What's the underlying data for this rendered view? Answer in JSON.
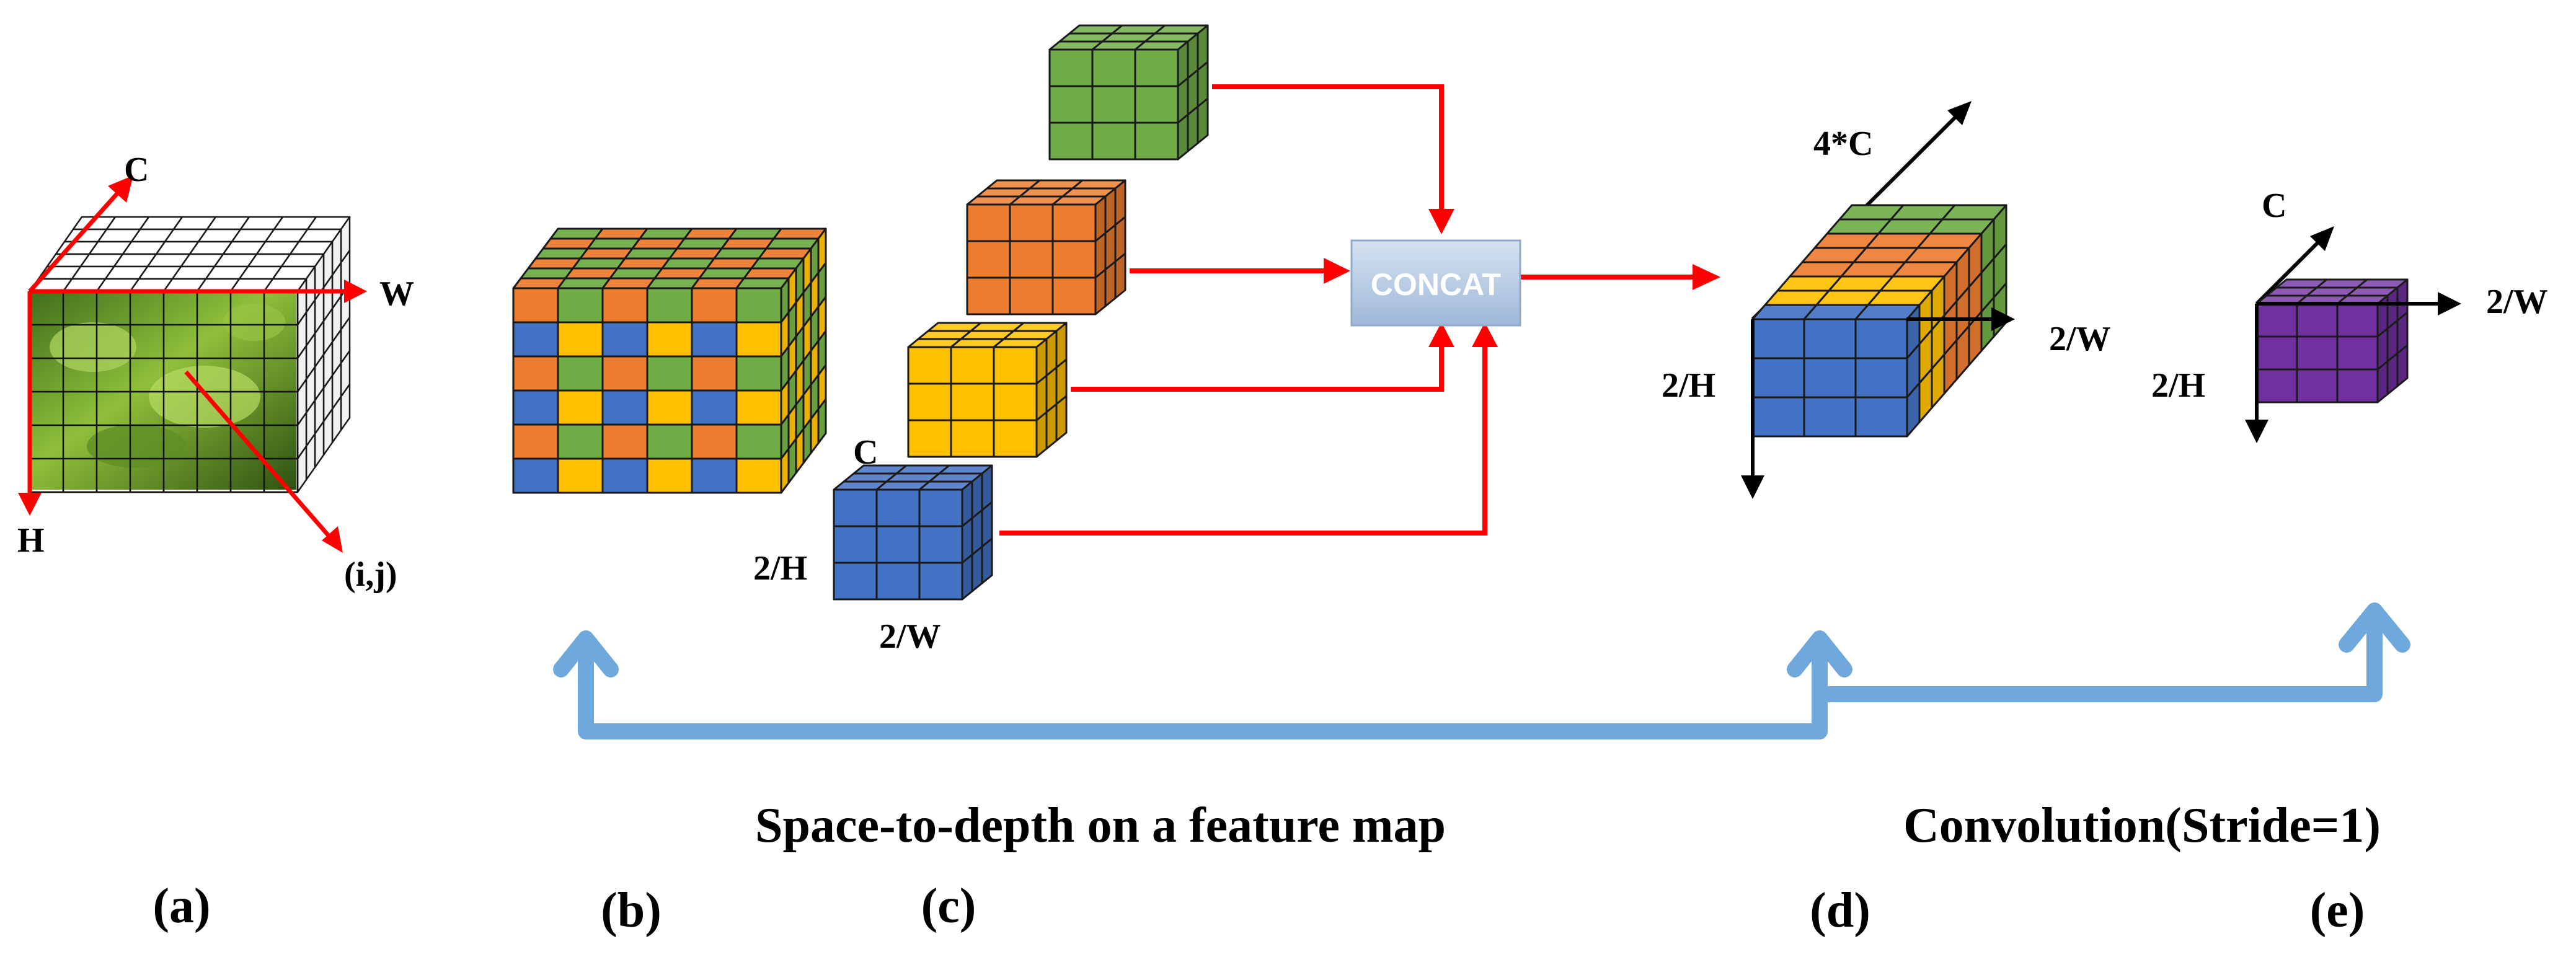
{
  "panels": {
    "a": {
      "label": "(a)",
      "axis_c": "C",
      "axis_w": "W",
      "axis_h": "H",
      "point": "(i,j)"
    },
    "b": {
      "label": "(b)"
    },
    "c": {
      "label": "(c)",
      "axis_c": "C",
      "axis_h": "2/H",
      "axis_w": "2/W"
    },
    "d": {
      "label": "(d)",
      "axis_c": "4*C",
      "axis_h": "2/H",
      "axis_w": "2/W"
    },
    "e": {
      "label": "(e)",
      "axis_c": "C",
      "axis_h": "2/H",
      "axis_w": "2/W"
    }
  },
  "concat_label": "CONCAT",
  "captions": {
    "space_to_depth": "Space-to-depth on a feature map",
    "convolution": "Convolution(Stride=1)"
  },
  "colors": {
    "green": "#70ad47",
    "orange": "#ed7d31",
    "yellow": "#ffc000",
    "blue": "#4472c4",
    "purple": "#7030a0",
    "arrow_red": "#ff0000",
    "bracket_blue": "#6fa8dc",
    "concat_box": "#b8cce4"
  }
}
